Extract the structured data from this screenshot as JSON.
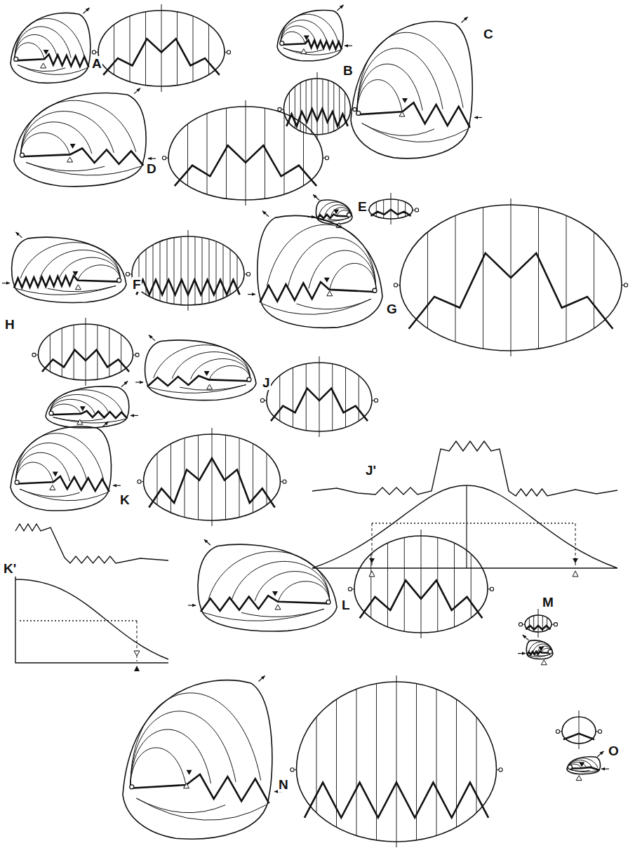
{
  "diagram": {
    "labels": [
      "A",
      "B",
      "C",
      "D",
      "E",
      "F",
      "G",
      "H",
      "J",
      "J'",
      "K",
      "K'",
      "L",
      "M",
      "N",
      "O"
    ]
  }
}
